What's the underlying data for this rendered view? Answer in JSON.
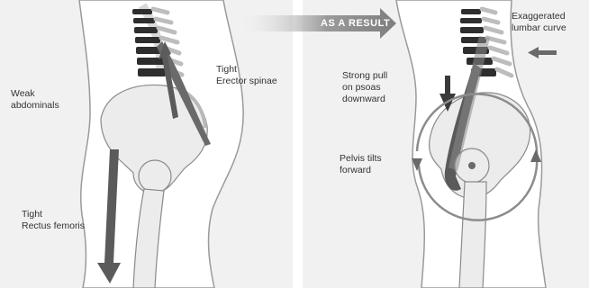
{
  "colors": {
    "background": "#ffffff",
    "panel": "#f1f1f1",
    "body_fill": "#ffffff",
    "outline": "#9a9a9a",
    "bone": "#ececec",
    "vertebra_dark": "#2e2e2e",
    "muscle": "#6a6a6a",
    "arrow": "#5b5b5b",
    "text": "#333333"
  },
  "banner": {
    "label": "AS A RESULT"
  },
  "left_panel": {
    "weak_abdominals": [
      "Weak",
      "abdominals"
    ],
    "tight_erector": [
      "Tight",
      "Erector spinae"
    ],
    "tight_rectus": [
      "Tight",
      "Rectus femoris"
    ]
  },
  "right_panel": {
    "exaggerated": [
      "Exaggerated",
      "lumbar curve"
    ],
    "strong_pull": [
      "Strong pull",
      "on psoas",
      "downward"
    ],
    "pelvis_tilts": [
      "Pelvis tilts",
      "forward"
    ]
  }
}
